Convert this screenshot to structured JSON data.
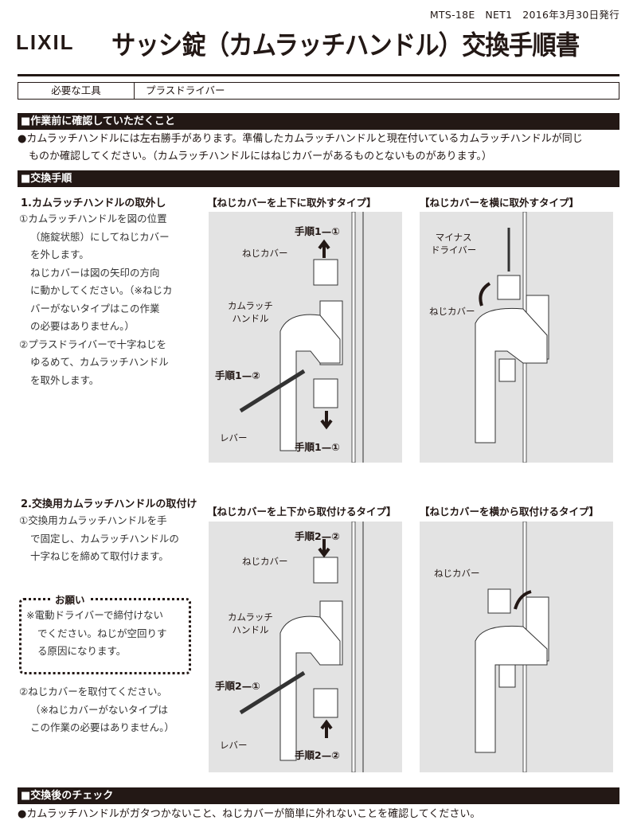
{
  "header": {
    "doc_number": "MTS-18E　NET1　2016年3月30日発行",
    "logo": "LIXIL",
    "title": "サッシ錠（カムラッチハンドル）交換手順書"
  },
  "tools": {
    "label": "必要な工具",
    "value": "プラスドライバー"
  },
  "pre_check": {
    "heading": "■作業前に確認していただくこと",
    "line1": "●カムラッチハンドルには左右勝手があります。準備したカムラッチハンドルと現在付いているカムラッチハンドルが同じ",
    "line2": "ものか確認してください。（カムラッチハンドルにはねじカバーがあるものとないものがあります。）"
  },
  "procedure": {
    "heading": "■交換手順",
    "step1": {
      "title": "1.カムラッチハンドルの取外し",
      "lines": [
        "①カムラッチハンドルを図の位置",
        "（施錠状態）にしてねじカバー",
        "を外します。",
        "ねじカバーは図の矢印の方向",
        "に動かしてください。（※ねじカ",
        "バーがないタイプはこの作業",
        "の必要はありません。）",
        "②プラスドライバーで十字ねじを",
        "ゆるめて、カムラッチハンドル",
        "を取外します。"
      ],
      "fig_a": {
        "title": "【ねじカバーを上下に取外すタイプ】",
        "step_top": "手順1—①",
        "cover": "ねじカバー",
        "handle": "カムラッチ\nハンドル",
        "step_mid": "手順1—②",
        "lever": "レバー",
        "step_bottom": "手順1—①"
      },
      "fig_b": {
        "title": "【ねじカバーを横に取外すタイプ】",
        "driver": "マイナス\nドライバー",
        "cover": "ねじカバー"
      }
    },
    "step2": {
      "title": "2.交換用カムラッチハンドルの取付け",
      "lines": [
        "①交換用カムラッチハンドルを手",
        "で固定し、カムラッチハンドルの",
        "十字ねじを締めて取付けます。"
      ],
      "note": {
        "heading": "お願い",
        "lines": [
          "※電動ドライバーで締付けない",
          "でください。ねじが空回りす",
          "る原因になります。"
        ]
      },
      "lines2": [
        "②ねじカバーを取付てください。",
        "（※ねじカバーがないタイプは",
        "この作業の必要はありません。）"
      ],
      "fig_a": {
        "title": "【ねじカバーを上下から取付けるタイプ】",
        "step_top": "手順2—②",
        "cover": "ねじカバー",
        "handle": "カムラッチ\nハンドル",
        "step_mid": "手順2—①",
        "lever": "レバー",
        "step_bottom": "手順2—②"
      },
      "fig_b": {
        "title": "【ねじカバーを横から取付けるタイプ】",
        "cover": "ねじカバー"
      }
    }
  },
  "post_check": {
    "heading": "■交換後のチェック",
    "line": "●カムラッチハンドルがガタつかないこと、ねじカバーが簡単に外れないことを確認してください。"
  }
}
